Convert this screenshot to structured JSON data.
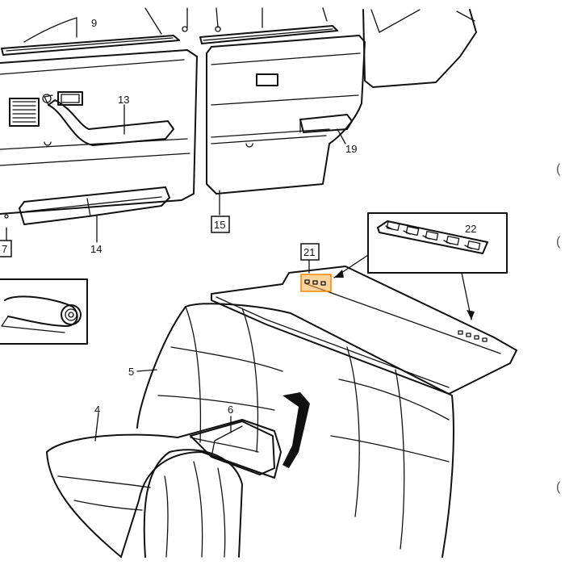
{
  "diagram": {
    "callouts": {
      "c9": "9",
      "c13": "13",
      "c19": "19",
      "c15": "15",
      "c14": "14",
      "c7": "7",
      "c22": "22",
      "c21": "21",
      "c5": "5",
      "c4": "4",
      "c6": "6"
    },
    "edge_marks": [
      "(",
      "(",
      "("
    ],
    "highlight_color": "#f6b04b",
    "line_color": "#111111"
  }
}
